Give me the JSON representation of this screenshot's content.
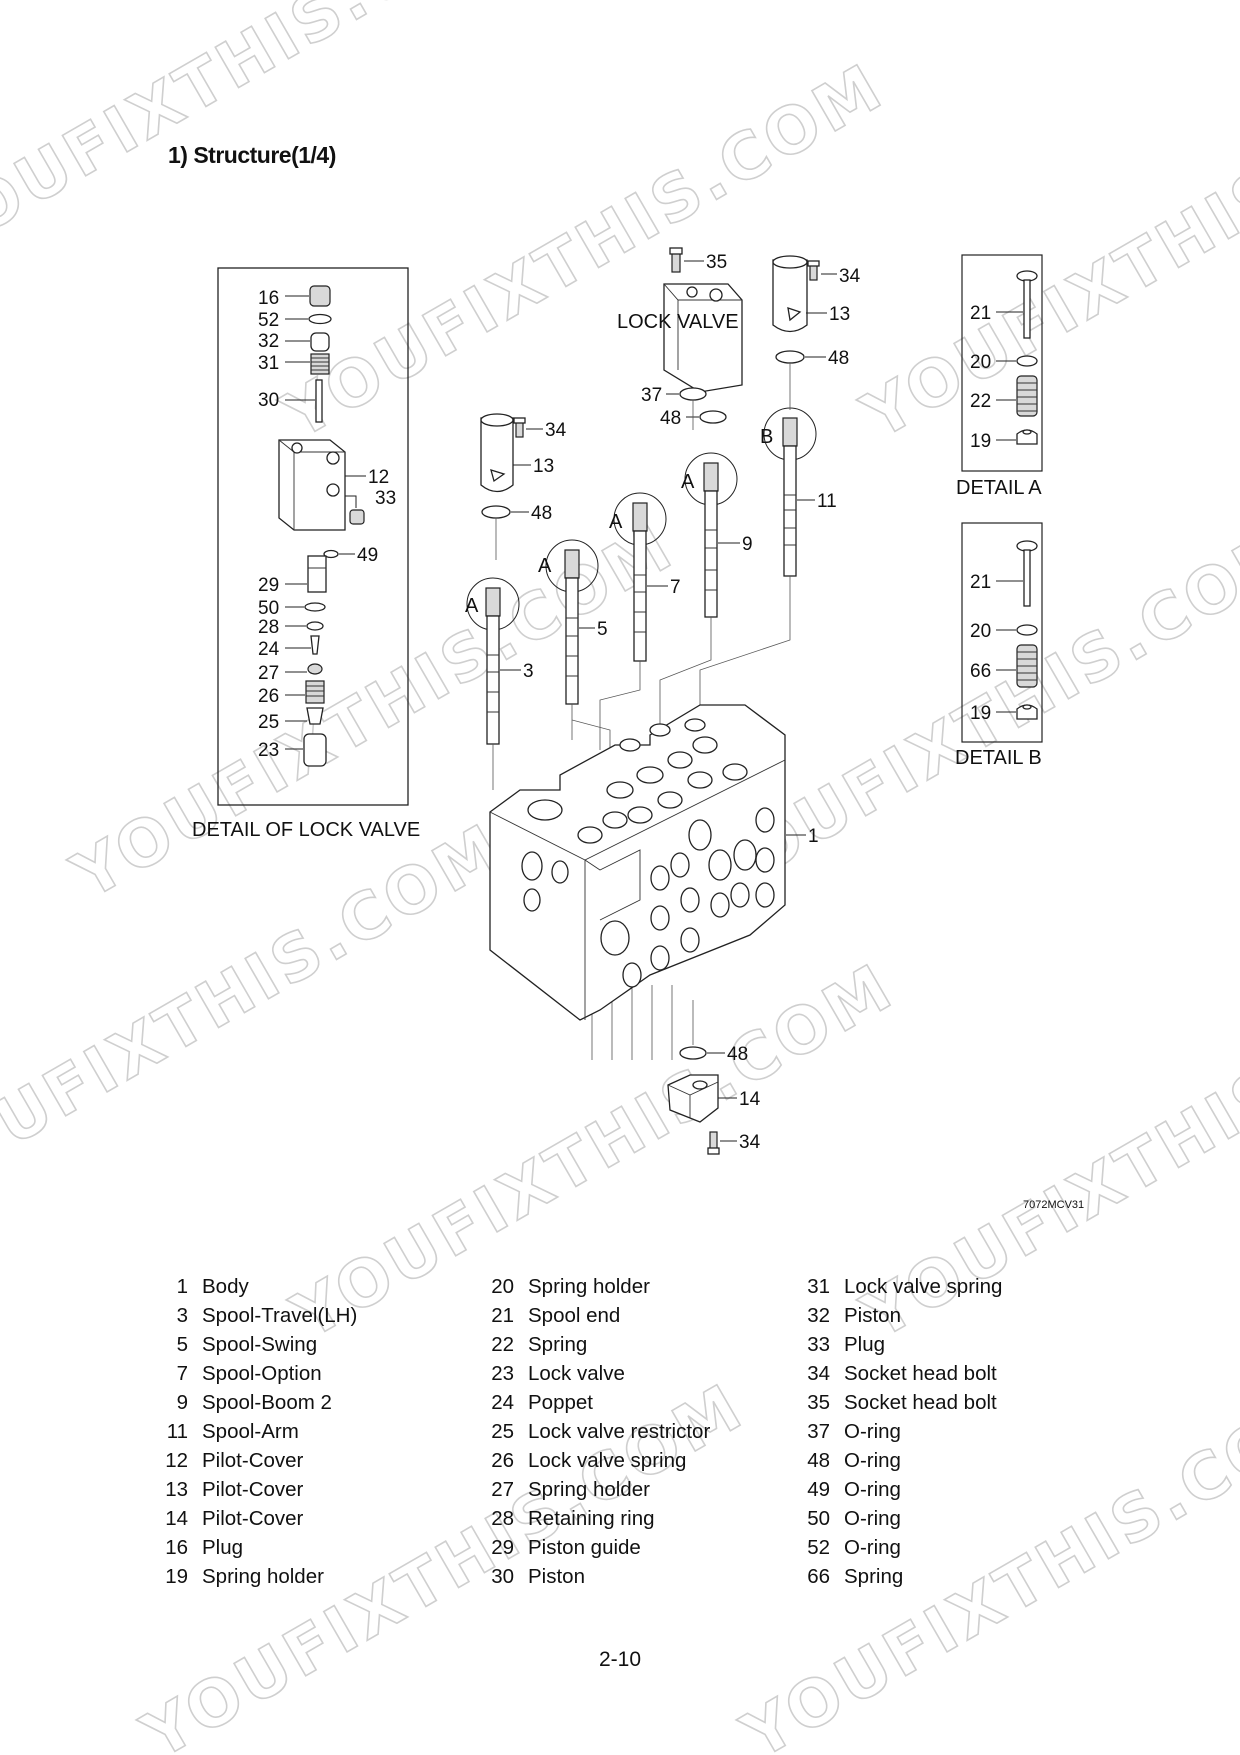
{
  "title": "1) Structure(1/4)",
  "drawing_code": "7072MCV31",
  "page_number": "2-10",
  "watermark": "YOUFIXTHIS.COM",
  "captions": {
    "lock_valve": "LOCK VALVE",
    "detail_lock_valve": "DETAIL OF LOCK VALVE",
    "detail_a": "DETAIL A",
    "detail_b": "DETAIL B",
    "marker_a": "A",
    "marker_b": "B"
  },
  "callouts": {
    "lock_valve_detail": [
      "16",
      "52",
      "32",
      "31",
      "30",
      "12",
      "33",
      "49",
      "29",
      "50",
      "28",
      "24",
      "27",
      "26",
      "25",
      "23"
    ],
    "main": [
      "35",
      "34",
      "13",
      "48",
      "37",
      "48",
      "34",
      "13",
      "48",
      "11",
      "9",
      "7",
      "5",
      "3",
      "1",
      "48",
      "14",
      "34"
    ],
    "detail_a": [
      "21",
      "20",
      "22",
      "19"
    ],
    "detail_b": [
      "21",
      "20",
      "66",
      "19"
    ]
  },
  "parts": [
    [
      {
        "no": "1",
        "name": "Body"
      },
      {
        "no": "3",
        "name": "Spool-Travel(LH)"
      },
      {
        "no": "5",
        "name": "Spool-Swing"
      },
      {
        "no": "7",
        "name": "Spool-Option"
      },
      {
        "no": "9",
        "name": "Spool-Boom 2"
      },
      {
        "no": "11",
        "name": "Spool-Arm"
      },
      {
        "no": "12",
        "name": "Pilot-Cover"
      },
      {
        "no": "13",
        "name": "Pilot-Cover"
      },
      {
        "no": "14",
        "name": "Pilot-Cover"
      },
      {
        "no": "16",
        "name": "Plug"
      },
      {
        "no": "19",
        "name": "Spring holder"
      }
    ],
    [
      {
        "no": "20",
        "name": "Spring holder"
      },
      {
        "no": "21",
        "name": "Spool end"
      },
      {
        "no": "22",
        "name": "Spring"
      },
      {
        "no": "23",
        "name": "Lock valve"
      },
      {
        "no": "24",
        "name": "Poppet"
      },
      {
        "no": "25",
        "name": "Lock valve restrictor"
      },
      {
        "no": "26",
        "name": "Lock valve spring"
      },
      {
        "no": "27",
        "name": "Spring holder"
      },
      {
        "no": "28",
        "name": "Retaining ring"
      },
      {
        "no": "29",
        "name": "Piston guide"
      },
      {
        "no": "30",
        "name": "Piston"
      }
    ],
    [
      {
        "no": "31",
        "name": "Lock valve spring"
      },
      {
        "no": "32",
        "name": "Piston"
      },
      {
        "no": "33",
        "name": "Plug"
      },
      {
        "no": "34",
        "name": "Socket head bolt"
      },
      {
        "no": "35",
        "name": "Socket head bolt"
      },
      {
        "no": "37",
        "name": "O-ring"
      },
      {
        "no": "48",
        "name": "O-ring"
      },
      {
        "no": "49",
        "name": "O-ring"
      },
      {
        "no": "50",
        "name": "O-ring"
      },
      {
        "no": "52",
        "name": "O-ring"
      },
      {
        "no": "66",
        "name": "Spring"
      }
    ]
  ]
}
